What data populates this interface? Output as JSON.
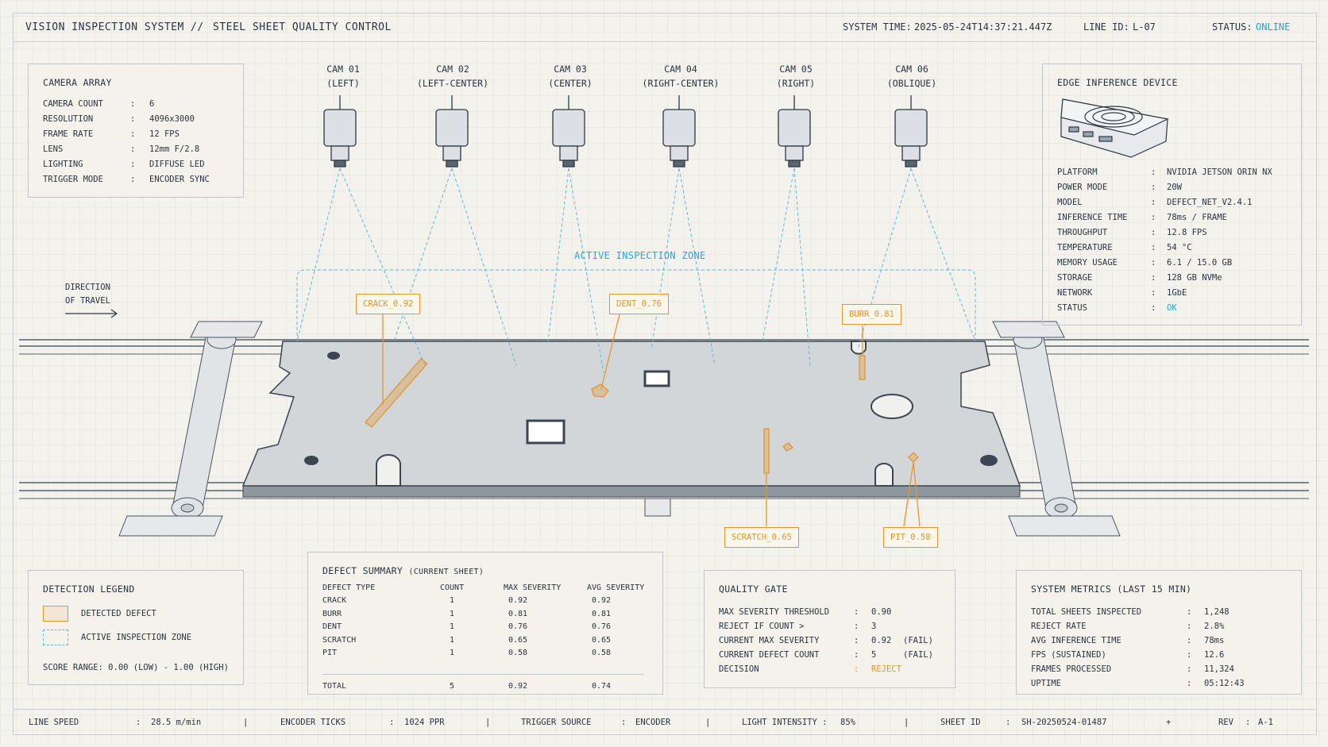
{
  "header": {
    "title": "VISION INSPECTION SYSTEM",
    "separator": "//",
    "subtitle": "STEEL SHEET QUALITY CONTROL",
    "system_time_label": "SYSTEM TIME:",
    "system_time": "2025-05-24T14:37:21.447Z",
    "line_id_label": "LINE ID:",
    "line_id": "L-07",
    "status_label": "STATUS:",
    "status": "ONLINE"
  },
  "camera_array": {
    "title": "CAMERA ARRAY",
    "rows": [
      {
        "key": "CAMERA COUNT",
        "value": "6"
      },
      {
        "key": "RESOLUTION",
        "value": "4096x3000"
      },
      {
        "key": "FRAME RATE",
        "value": "12 FPS"
      },
      {
        "key": "LENS",
        "value": "12mm F/2.8"
      },
      {
        "key": "LIGHTING",
        "value": "DIFFUSE LED"
      },
      {
        "key": "TRIGGER MODE",
        "value": "ENCODER SYNC"
      }
    ]
  },
  "cameras": [
    {
      "name": "CAM 01",
      "position": "(LEFT)"
    },
    {
      "name": "CAM 02",
      "position": "(LEFT-CENTER)"
    },
    {
      "name": "CAM 03",
      "position": "(CENTER)"
    },
    {
      "name": "CAM 04",
      "position": "(RIGHT-CENTER)"
    },
    {
      "name": "CAM 05",
      "position": "(RIGHT)"
    },
    {
      "name": "CAM 06",
      "position": "(OBLIQUE)"
    }
  ],
  "edge_device": {
    "title": "EDGE INFERENCE DEVICE",
    "rows": [
      {
        "key": "PLATFORM",
        "value": "NVIDIA JETSON ORIN NX"
      },
      {
        "key": "POWER MODE",
        "value": "20W"
      },
      {
        "key": "MODEL",
        "value": "DEFECT_NET_V2.4.1"
      },
      {
        "key": "INFERENCE TIME",
        "value": "78ms / FRAME"
      },
      {
        "key": "THROUGHPUT",
        "value": "12.8 FPS"
      },
      {
        "key": "TEMPERATURE",
        "value": "54 °C"
      },
      {
        "key": "MEMORY USAGE",
        "value": "6.1 / 15.0 GB"
      },
      {
        "key": "STORAGE",
        "value": "128 GB NVMe"
      },
      {
        "key": "NETWORK",
        "value": "1GbE"
      },
      {
        "key": "STATUS",
        "value": "OK"
      }
    ]
  },
  "zone_label": "ACTIVE INSPECTION ZONE",
  "direction": {
    "line1": "DIRECTION",
    "line2": "OF TRAVEL"
  },
  "defect_tags": {
    "crack": "CRACK_0.92",
    "dent": "DENT_0.76",
    "burr": "BURR_0.81",
    "scratch": "SCRATCH_0.65",
    "pit": "PIT_0.58"
  },
  "legend": {
    "title": "DETECTION LEGEND",
    "detected": "DETECTED DEFECT",
    "zone": "ACTIVE INSPECTION ZONE",
    "score_range": "SCORE RANGE: 0.00 (LOW) - 1.00 (HIGH)"
  },
  "defect_summary": {
    "title": "DEFECT SUMMARY",
    "title_note": "(CURRENT SHEET)",
    "headers": [
      "DEFECT TYPE",
      "COUNT",
      "MAX SEVERITY",
      "AVG SEVERITY"
    ],
    "rows": [
      [
        "CRACK",
        "1",
        "0.92",
        "0.92"
      ],
      [
        "BURR",
        "1",
        "0.81",
        "0.81"
      ],
      [
        "DENT",
        "1",
        "0.76",
        "0.76"
      ],
      [
        "SCRATCH",
        "1",
        "0.65",
        "0.65"
      ],
      [
        "PIT",
        "1",
        "0.58",
        "0.58"
      ]
    ],
    "total": [
      "TOTAL",
      "5",
      "0.92",
      "0.74"
    ]
  },
  "quality_gate": {
    "title": "QUALITY GATE",
    "rows": [
      {
        "key": "MAX SEVERITY THRESHOLD",
        "value": "0.90",
        "note": ""
      },
      {
        "key": "REJECT IF COUNT >",
        "value": "3",
        "note": ""
      },
      {
        "key": "CURRENT MAX SEVERITY",
        "value": "0.92",
        "note": "(FAIL)"
      },
      {
        "key": "CURRENT DEFECT COUNT",
        "value": "5",
        "note": "(FAIL)"
      },
      {
        "key": "DECISION",
        "value": "REJECT",
        "note": ""
      }
    ]
  },
  "system_metrics": {
    "title": "SYSTEM METRICS (LAST 15 MIN)",
    "rows": [
      {
        "key": "TOTAL SHEETS INSPECTED",
        "value": "1,248"
      },
      {
        "key": "REJECT RATE",
        "value": "2.8%"
      },
      {
        "key": "AVG INFERENCE TIME",
        "value": "78ms"
      },
      {
        "key": "FPS (SUSTAINED)",
        "value": "12.6"
      },
      {
        "key": "FRAMES PROCESSED",
        "value": "11,324"
      },
      {
        "key": "UPTIME",
        "value": "05:12:43"
      }
    ]
  },
  "footer": {
    "line_speed_label": "LINE SPEED",
    "line_speed": "28.5 m/min",
    "encoder_label": "ENCODER TICKS",
    "encoder": "1024 PPR",
    "trigger_label": "TRIGGER SOURCE",
    "trigger": "ENCODER",
    "light_label": "LIGHT INTENSITY :",
    "light": "85%",
    "sheet_label": "SHEET ID",
    "sheet": "SH-20250524-01487",
    "rev_label": "REV",
    "rev": "A-1"
  },
  "colors": {
    "accent_cyan": "#2aa6cf",
    "defect_orange": "#e3962f",
    "background": "#f4f2ec",
    "ink": "#2a3340"
  }
}
